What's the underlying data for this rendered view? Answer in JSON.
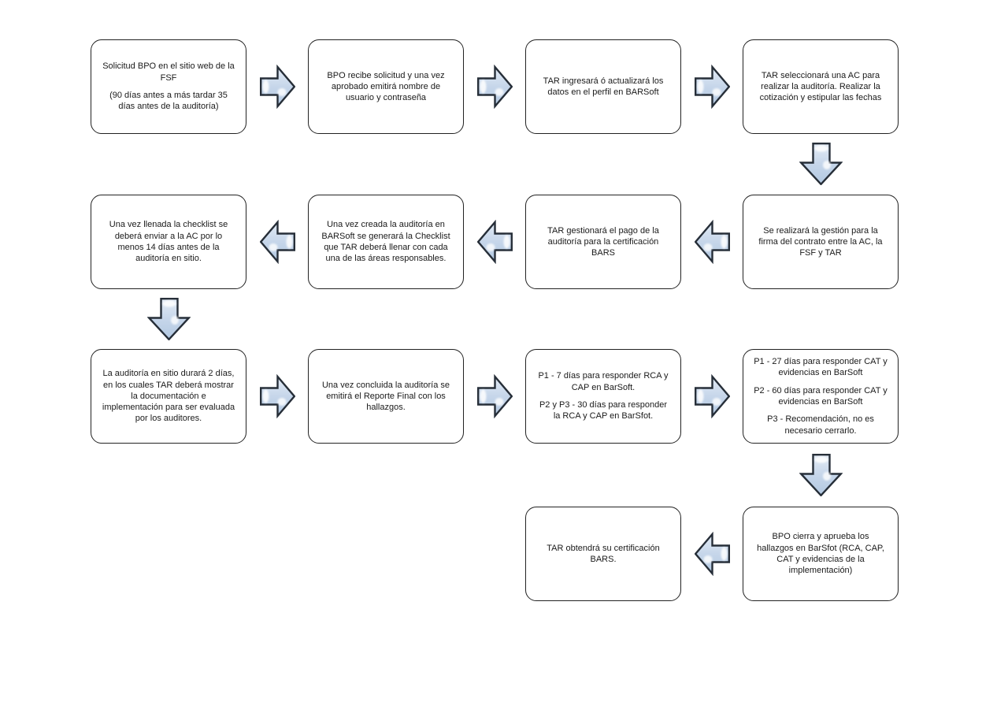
{
  "diagram": {
    "background_color": "#ffffff",
    "box_border_color": "#222222",
    "text_color": "#1a1a1a",
    "arrow_fill_color": "#c6d6ea",
    "arrow_outline_color": "#262e38",
    "boxes": [
      {
        "id": "solicitud-bpo",
        "lines": [
          "Solicitud BPO en el sitio web de la FSF",
          "(90 días antes a más tardar 35 días antes de la auditoría)"
        ]
      },
      {
        "id": "bpo-recibe-solicitud",
        "lines": [
          "BPO recibe solicitud y una vez aprobado emitirá nombre de usuario y contraseña"
        ]
      },
      {
        "id": "tar-ingresa-datos",
        "lines": [
          "TAR ingresará ó actualizará los datos en el perfil en BARSoft"
        ]
      },
      {
        "id": "tar-selecciona-ac",
        "lines": [
          "TAR seleccionará una AC para realizar la auditoría. Realizar la cotización y estipular las fechas"
        ]
      },
      {
        "id": "gestion-firma-contrato",
        "lines": [
          "Se realizará la gestión para la firma del contrato entre la AC, la FSF y TAR"
        ]
      },
      {
        "id": "tar-gestiona-pago",
        "lines": [
          "TAR gestionará el pago de la auditoría para la certificación BARS"
        ]
      },
      {
        "id": "checklist-generada",
        "lines": [
          "Una vez creada la auditoría en BARSoft se generará la Checklist que TAR deberá llenar con cada una de las áreas responsables."
        ]
      },
      {
        "id": "checklist-enviada",
        "lines": [
          "Una vez llenada la checklist se deberá enviar a la AC por lo menos 14 días antes de la auditoría en sitio."
        ]
      },
      {
        "id": "auditoria-en-sitio",
        "lines": [
          "La auditoría en sitio durará 2 días, en los cuales TAR deberá mostrar la documentación e implementación para ser evaluada por los auditores."
        ]
      },
      {
        "id": "reporte-final",
        "lines": [
          "Una vez concluida la auditoría se emitirá el Reporte Final con los hallazgos."
        ]
      },
      {
        "id": "plazos-rca-cap",
        "lines": [
          "P1 - 7 días para responder RCA y CAP en BarSoft.",
          "P2 y P3 - 30 días para responder la RCA y CAP en BarSfot."
        ]
      },
      {
        "id": "plazos-cat-evidencias",
        "lines": [
          "P1 - 27 días para responder CAT y evidencias en BarSoft",
          "P2 - 60 días para responder CAT y evidencias en BarSoft",
          "P3 - Recomendación, no es necesario cerrarlo."
        ]
      },
      {
        "id": "bpo-cierra-hallazgos",
        "lines": [
          "BPO cierra y aprueba los hallazgos en BarSfot (RCA, CAP, CAT y evidencias de la implementación)"
        ]
      },
      {
        "id": "tar-certificacion",
        "lines": [
          "TAR obtendrá su certificación BARS."
        ]
      }
    ],
    "arrows": [
      {
        "direction": "right",
        "from": "solicitud-bpo",
        "to": "bpo-recibe-solicitud"
      },
      {
        "direction": "right",
        "from": "bpo-recibe-solicitud",
        "to": "tar-ingresa-datos"
      },
      {
        "direction": "right",
        "from": "tar-ingresa-datos",
        "to": "tar-selecciona-ac"
      },
      {
        "direction": "down",
        "from": "tar-selecciona-ac",
        "to": "gestion-firma-contrato"
      },
      {
        "direction": "left",
        "from": "gestion-firma-contrato",
        "to": "tar-gestiona-pago"
      },
      {
        "direction": "left",
        "from": "tar-gestiona-pago",
        "to": "checklist-generada"
      },
      {
        "direction": "left",
        "from": "checklist-generada",
        "to": "checklist-enviada"
      },
      {
        "direction": "down",
        "from": "checklist-enviada",
        "to": "auditoria-en-sitio"
      },
      {
        "direction": "right",
        "from": "auditoria-en-sitio",
        "to": "reporte-final"
      },
      {
        "direction": "right",
        "from": "reporte-final",
        "to": "plazos-rca-cap"
      },
      {
        "direction": "right",
        "from": "plazos-rca-cap",
        "to": "plazos-cat-evidencias"
      },
      {
        "direction": "down",
        "from": "plazos-cat-evidencias",
        "to": "bpo-cierra-hallazgos"
      },
      {
        "direction": "left",
        "from": "bpo-cierra-hallazgos",
        "to": "tar-certificacion"
      }
    ]
  }
}
